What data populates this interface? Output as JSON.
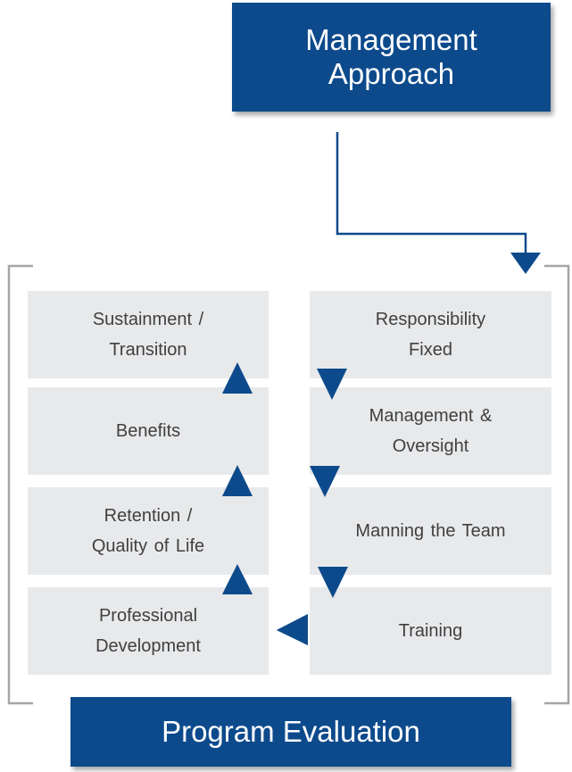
{
  "header": {
    "line1": "Management",
    "line2": "Approach"
  },
  "footer": {
    "label": "Program Evaluation"
  },
  "left_column": [
    {
      "line1": "Sustainment /",
      "line2": "Transition"
    },
    {
      "line1": "Benefits",
      "line2": ""
    },
    {
      "line1": "Retention /",
      "line2": "Quality of Life"
    },
    {
      "line1": "Professional",
      "line2": "Development"
    }
  ],
  "right_column": [
    {
      "line1": "Responsibility",
      "line2": "Fixed"
    },
    {
      "line1": "Management &",
      "line2": "Oversight"
    },
    {
      "line1": "Manning the Team",
      "line2": ""
    },
    {
      "line1": "Training",
      "line2": ""
    }
  ],
  "colors": {
    "primary_blue": "#0d4a8c",
    "box_grey": "#e8e9eb",
    "bracket_grey": "#a6a6a6",
    "text_grey": "#404040"
  }
}
